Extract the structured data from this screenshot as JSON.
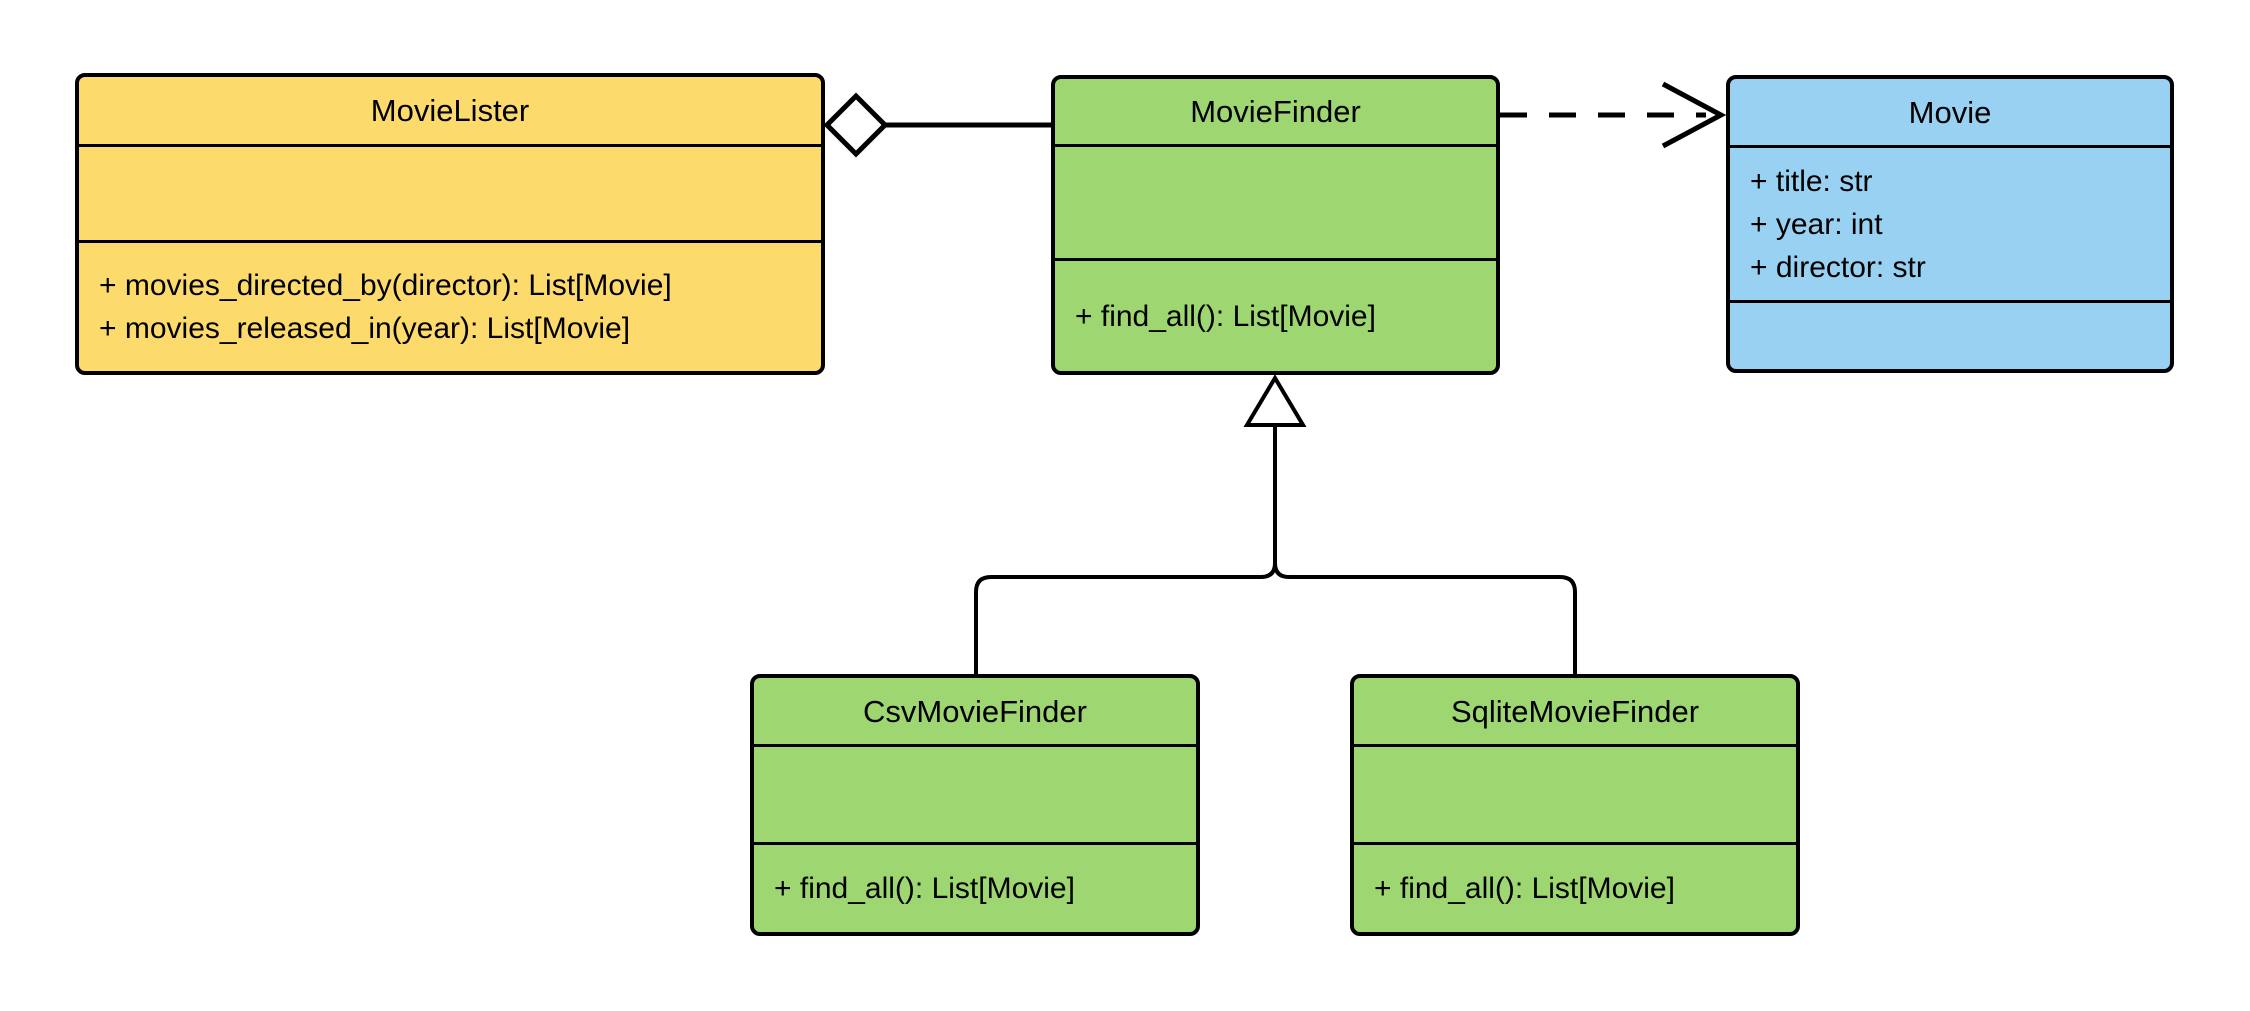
{
  "diagram": {
    "kind": "uml-class-diagram",
    "background_color": "#ffffff",
    "line_color": "#000000"
  },
  "colors": {
    "yellow_fill": "#FCDB6C",
    "green_fill": "#9ED672",
    "blue_fill": "#99D1F2",
    "stroke": "#000000"
  },
  "classes": {
    "movie_lister": {
      "name": "MovieLister",
      "attributes": [],
      "methods": [
        "+ movies_directed_by(director): List[Movie]",
        "+ movies_released_in(year): List[Movie]"
      ],
      "fill": "#FCDB6C"
    },
    "movie_finder": {
      "name": "MovieFinder",
      "attributes": [],
      "methods": [
        "+ find_all(): List[Movie]"
      ],
      "fill": "#9ED672"
    },
    "movie": {
      "name": "Movie",
      "attributes": [
        "+ title: str",
        "+ year: int",
        "+ director: str"
      ],
      "methods": [],
      "fill": "#99D1F2"
    },
    "csv_movie_finder": {
      "name": "CsvMovieFinder",
      "attributes": [],
      "methods": [
        "+ find_all(): List[Movie]"
      ],
      "fill": "#9ED672"
    },
    "sqlite_movie_finder": {
      "name": "SqliteMovieFinder",
      "attributes": [],
      "methods": [
        "+ find_all(): List[Movie]"
      ],
      "fill": "#9ED672"
    }
  },
  "relationships": [
    {
      "type": "aggregation",
      "owner": "MovieLister",
      "part": "MovieFinder"
    },
    {
      "type": "dependency",
      "from": "MovieFinder",
      "to": "Movie"
    },
    {
      "type": "inheritance",
      "child": "CsvMovieFinder",
      "parent": "MovieFinder"
    },
    {
      "type": "inheritance",
      "child": "SqliteMovieFinder",
      "parent": "MovieFinder"
    }
  ]
}
